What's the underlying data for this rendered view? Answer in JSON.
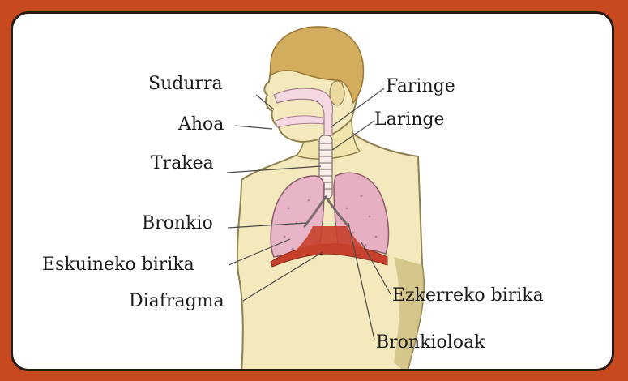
{
  "colors": {
    "frame_background": "#c64a1e",
    "panel_background": "#ffffff",
    "skin": "#f3e9bd",
    "skin_shadow": "#c8b778",
    "hair": "#d2ad5e",
    "lung": "#e8b5c8",
    "diaphragm": "#c6402c",
    "airway": "#f4d8e2"
  },
  "labels": {
    "sudurra": "Sudurra",
    "ahoa": "Ahoa",
    "trakea": "Trakea",
    "bronkio": "Bronkio",
    "eskuineko_birika": "Eskuineko birika",
    "diafragma": "Diafragma",
    "faringe": "Faringe",
    "laringe": "Laringe",
    "ezkerreko_birika": "Ezkerreko birika",
    "bronkioloak": "Bronkioloak"
  }
}
